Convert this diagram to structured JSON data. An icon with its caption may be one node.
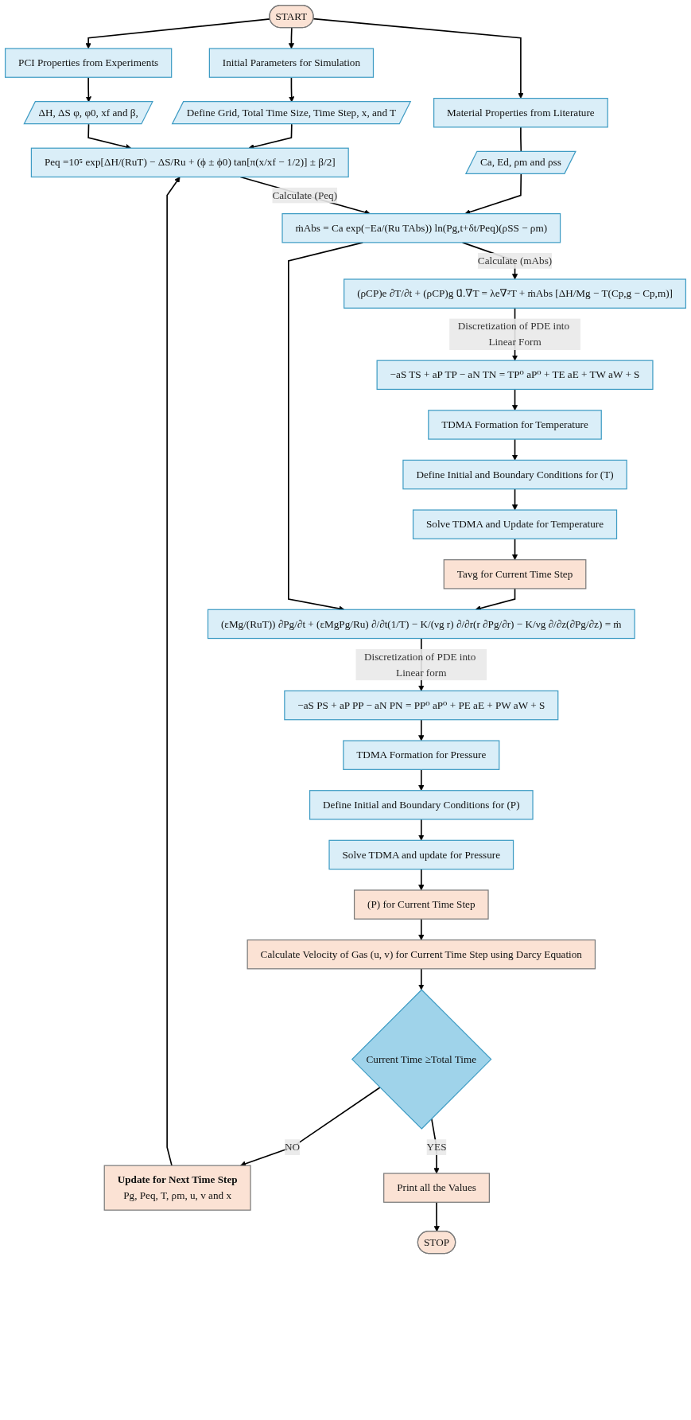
{
  "diagram": {
    "nodes": [
      {
        "text": [
          "START"
        ]
      },
      {
        "text": [
          "Initial Parameters for Simulation"
        ]
      },
      {
        "text": [
          "PCI Properties from Experiments"
        ]
      },
      {
        "text": [
          "Material Properties from Literature"
        ]
      },
      {
        "text": [
          "Define Grid, Total Time Size, Time Step, x, and T"
        ]
      },
      {
        "text": [
          "ΔH, ΔS φ, φ0, xf and β,"
        ]
      },
      {
        "text": [
          "Ca, Ed, ρm and ρss"
        ]
      },
      {
        "text": [
          "Peq =10⁵ exp[ΔH/(RuT) − ΔS/Ru + (ϕ ± ϕ0) tan[π(x/xf − 1/2)] ± β/2]"
        ]
      },
      {
        "text": [
          "ṁAbs = Ca exp(−Ea/(Ru TAbs)) ln(Pg,t+δt/Peq)(ρSS − ρm)"
        ]
      },
      {
        "text": [
          "(ρCP)e ∂T/∂t + (ρCP)g u⃗.∇T = λe∇²T + ṁAbs [ΔH/Mg − T(Cp,g − Cp,m)]"
        ]
      },
      {
        "text": [
          "−aS TS + aP TP − aN TN = TP⁰ aP⁰ + TE aE + TW aW + S"
        ]
      },
      {
        "text": [
          "TDMA Formation for Temperature"
        ]
      },
      {
        "text": [
          "Define Initial and Boundary Conditions for (T)"
        ]
      },
      {
        "text": [
          "Solve TDMA and Update for Temperature"
        ]
      },
      {
        "text": [
          "Tavg for Current Time Step"
        ]
      },
      {
        "text": [
          "(εMg/(RuT)) ∂Pg/∂t + (εMgPg/Ru) ∂/∂t(1/T) − K/(νg r) ∂/∂r(r ∂Pg/∂r) − K/νg ∂/∂z(∂Pg/∂z) = ṁ"
        ]
      },
      {
        "text": [
          "−aS PS + aP PP − aN PN = PP⁰ aP⁰ + PE aE + PW aW + S"
        ]
      },
      {
        "text": [
          "TDMA Formation for Pressure"
        ]
      },
      {
        "text": [
          "Define Initial and Boundary Conditions for (P)"
        ]
      },
      {
        "text": [
          "Solve TDMA and update for Pressure"
        ]
      },
      {
        "text": [
          "(P) for Current Time Step"
        ]
      },
      {
        "text": [
          "Calculate Velocity of Gas (u, v) for Current Time Step using Darcy Equation"
        ]
      },
      {
        "text": [
          "Current Time ≥Total Time"
        ]
      },
      {
        "text": [
          "Update for Next Time Step",
          "Pg, Peq, T, ρm, u, v and x"
        ]
      },
      {
        "text": [
          "Print all the Values"
        ]
      },
      {
        "text": [
          "STOP"
        ]
      }
    ],
    "edges": [
      {
        "from": 0,
        "to": 1,
        "arrow": "to"
      },
      {
        "from": 0,
        "to": 2,
        "arrow": "to"
      },
      {
        "from": 0,
        "to": 3,
        "arrow": "to"
      },
      {
        "from": 1,
        "to": 4,
        "arrow": "to"
      },
      {
        "from": 2,
        "to": 5,
        "arrow": "to"
      },
      {
        "from": 3,
        "to": 6,
        "arrow": "none"
      },
      {
        "from": 4,
        "to": 7,
        "arrow": "to"
      },
      {
        "from": 5,
        "to": 7,
        "arrow": "to"
      },
      {
        "from": 6,
        "to": 8,
        "arrow": "to"
      },
      {
        "from": 7,
        "to": 8,
        "arrow": "to",
        "label": "Calculate (Peq)"
      },
      {
        "from": 8,
        "to": 9,
        "arrow": "to",
        "label": "Calculate (mAbs)"
      },
      {
        "from": 9,
        "to": 10,
        "arrow": "to",
        "label": "Discretization of PDE into Linear Form"
      },
      {
        "from": 10,
        "to": 11,
        "arrow": "to"
      },
      {
        "from": 11,
        "to": 12,
        "arrow": "to"
      },
      {
        "from": 12,
        "to": 13,
        "arrow": "to"
      },
      {
        "from": 13,
        "to": 14,
        "arrow": "to"
      },
      {
        "from": 14,
        "to": 15,
        "arrow": "to"
      },
      {
        "from": 8,
        "to": 15,
        "arrow": "to"
      },
      {
        "from": 15,
        "to": 16,
        "arrow": "to",
        "label": "Discretization of PDE into Linear form"
      },
      {
        "from": 16,
        "to": 17,
        "arrow": "to"
      },
      {
        "from": 17,
        "to": 18,
        "arrow": "to"
      },
      {
        "from": 18,
        "to": 19,
        "arrow": "to"
      },
      {
        "from": 19,
        "to": 20,
        "arrow": "to"
      },
      {
        "from": 20,
        "to": 21,
        "arrow": "to"
      },
      {
        "from": 21,
        "to": 22,
        "arrow": "to"
      },
      {
        "from": 22,
        "to": 23,
        "arrow": "to",
        "label": "NO"
      },
      {
        "from": 23,
        "to": 7,
        "arrow": "to"
      },
      {
        "from": 22,
        "to": 24,
        "arrow": "to",
        "label": "YES"
      },
      {
        "from": 24,
        "to": 25,
        "arrow": "to"
      }
    ]
  }
}
